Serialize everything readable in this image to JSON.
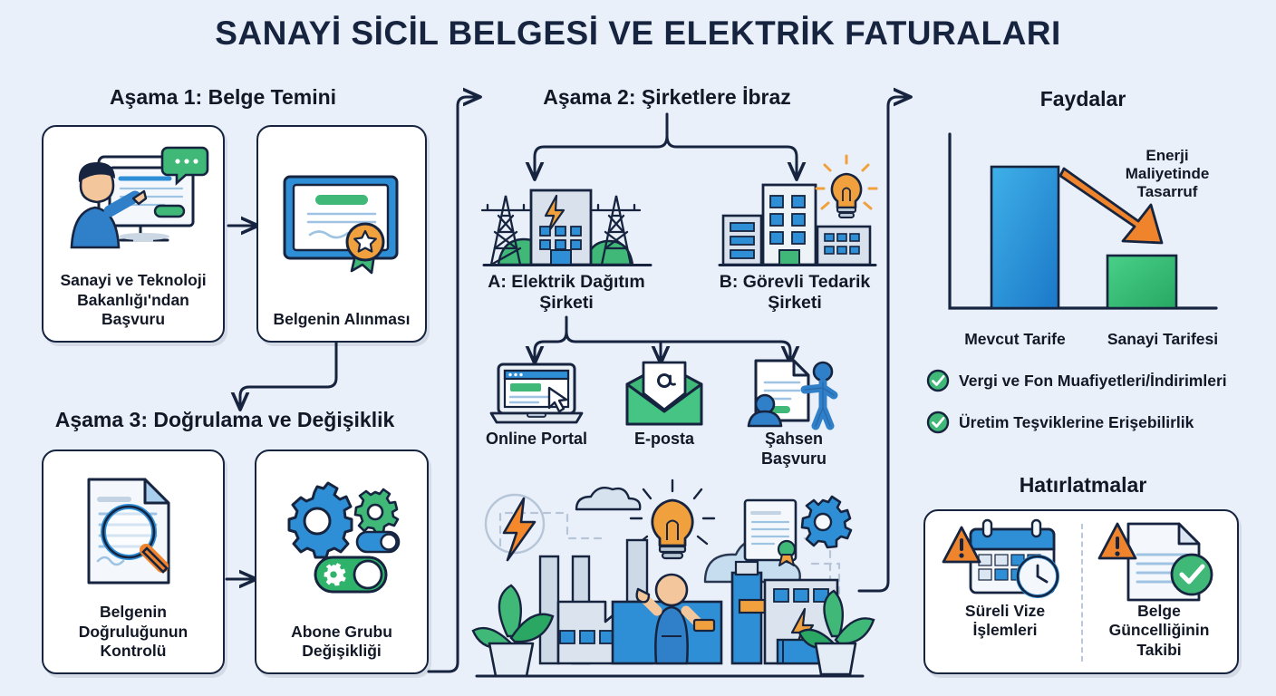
{
  "title": "SANAYİ SİCİL BELGESİ VE ELEKTRİK FATURALARI",
  "colors": {
    "background": "#eaf0fa",
    "ink": "#16243f",
    "blue": "#1f7fd0",
    "blue_light": "#3ba5e0",
    "green": "#33b56d",
    "green_light": "#47ca83",
    "orange": "#f08a28",
    "card": "#ffffff"
  },
  "sections": {
    "stage1": {
      "heading": "Aşama 1: Belge Temini",
      "cards": [
        {
          "label": "Sanayi ve Teknoloji Bakanlığı'ndan Başvuru",
          "icon": "person-at-computer-icon"
        },
        {
          "label": "Belgenin Alınması",
          "icon": "certificate-icon"
        }
      ]
    },
    "stage3": {
      "heading": "Aşama 3: Doğrulama ve Değişiklik",
      "cards": [
        {
          "label": "Belgenin Doğruluğunun Kontrolü",
          "icon": "document-magnifier-icon"
        },
        {
          "label": "Abone Grubu Değişikliği",
          "icon": "gears-toggle-icon"
        }
      ]
    },
    "stage2": {
      "heading": "Aşama 2: Şirketlere İbraz",
      "companies": [
        {
          "label": "A: Elektrik Dağıtım Şirketi",
          "icon": "power-plant-pylons-icon"
        },
        {
          "label": "B: Görevli Tedarik Şirketi",
          "icon": "office-buildings-bulb-icon"
        }
      ],
      "methods": [
        {
          "label": "Online Portal",
          "icon": "laptop-cursor-icon"
        },
        {
          "label": "E-posta",
          "icon": "envelope-at-icon"
        },
        {
          "label": "Şahsen Başvuru",
          "icon": "person-document-icon"
        }
      ],
      "illustration": "factory-worker-energy-illustration"
    },
    "benefits": {
      "heading": "Faydalar",
      "arrow_annotation": "Enerji Maliyetinde Tasarruf",
      "items": [
        {
          "label": "Vergi ve Fon Muafiyetleri/İndirimleri",
          "icon": "check-circle-icon"
        },
        {
          "label": "Üretim Teşviklerine Erişebilirlik",
          "icon": "check-circle-icon"
        }
      ]
    },
    "reminders": {
      "heading": "Hatırlatmalar",
      "items": [
        {
          "label": "Süreli Vize İşlemleri",
          "icon": "calendar-clock-warning-icon"
        },
        {
          "label": "Belge Güncelliğinin Takibi",
          "icon": "document-check-warning-icon"
        }
      ]
    }
  },
  "chart_data": {
    "type": "bar",
    "title": "Faydalar",
    "categories": [
      "Mevcut Tarife",
      "Sanayi Tarifesi"
    ],
    "values": [
      100,
      38
    ],
    "colors": [
      "#2a8fd4",
      "#36bd78"
    ],
    "annotation": "Enerji Maliyetinde Tasarruf",
    "xlabel": "",
    "ylabel": "",
    "ylim": [
      0,
      115
    ],
    "grid": false,
    "legend": false
  }
}
